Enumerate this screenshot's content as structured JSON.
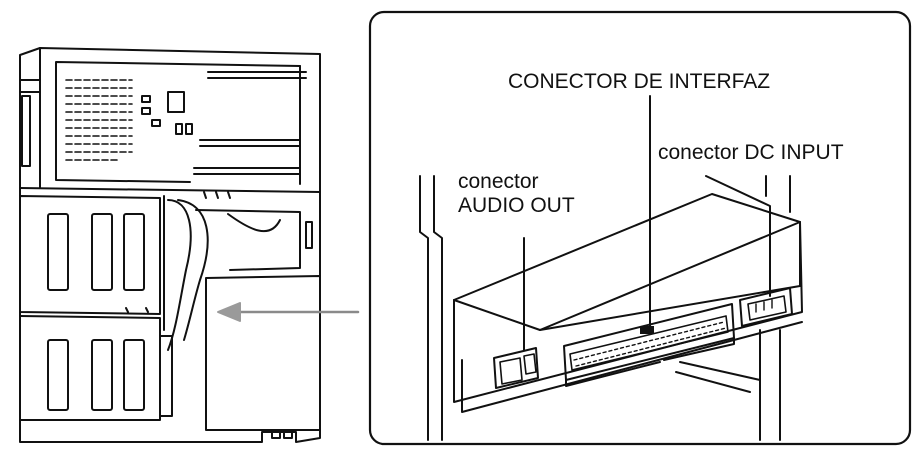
{
  "labels": {
    "interface_connector": "CONECTOR DE INTERFAZ",
    "dc_input_connector": "conector DC INPUT",
    "audio_out_line1": "conector",
    "audio_out_line2": "AUDIO OUT"
  },
  "colors": {
    "ink": "#111111",
    "background": "#ffffff",
    "arrow": "#9a9a9a"
  }
}
